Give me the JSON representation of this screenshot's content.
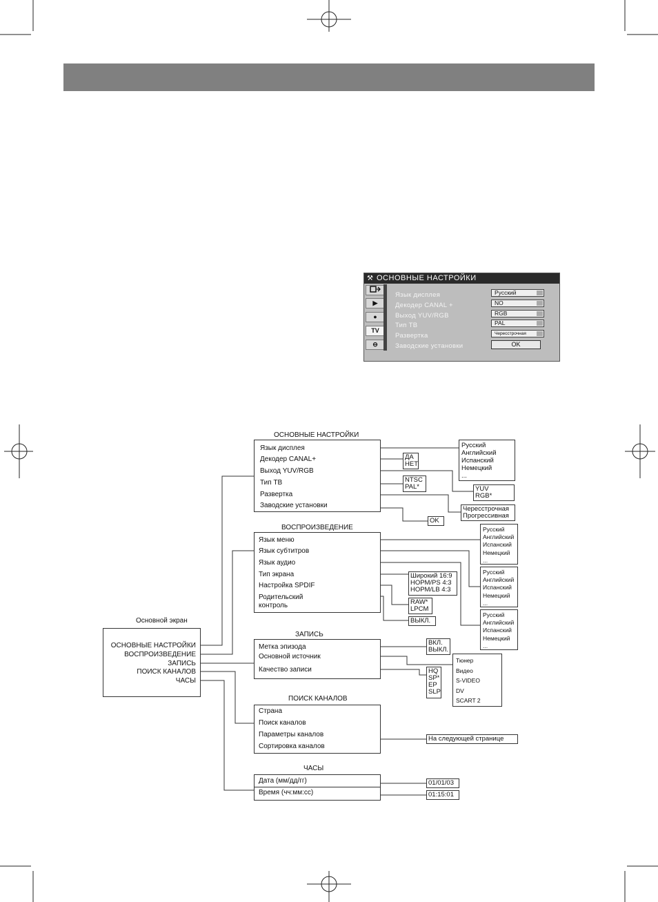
{
  "osd": {
    "title": "ОСНОВНЫЕ НАСТРОЙКИ",
    "side_tabs": [
      "",
      "▶",
      "●",
      "TV",
      "⊖"
    ],
    "rows": [
      {
        "label": "Язык дисплея",
        "value": "Русский"
      },
      {
        "label": "Декодер CANAL +",
        "value": "NO"
      },
      {
        "label": "Выход YUV/RGB",
        "value": "RGB"
      },
      {
        "label": "Тип ТВ",
        "value": "PAL"
      },
      {
        "label": "Развертка",
        "value": "Чересстрочная"
      },
      {
        "label": "Заводские установки",
        "value": "OK"
      }
    ]
  },
  "main_screen": {
    "title": "Основной экран",
    "items": [
      "ОСНОВНЫЕ НАСТРОЙКИ",
      "ВОСПРОИЗВЕДЕНИЕ",
      "ЗАПИСЬ",
      "ПОИСК КАНАЛОВ",
      "ЧАСЫ"
    ]
  },
  "basic": {
    "title": "ОСНОВНЫЕ НАСТРОЙКИ",
    "items": [
      "Язык дисплея",
      "Декодер CANAL+",
      "Выход YUV/RGB",
      "Тип ТВ",
      "Развертка",
      "Заводские установки"
    ]
  },
  "basic_opts": {
    "langs": [
      "Русский",
      "Английский",
      "Испанский",
      "Немецкий",
      "..."
    ],
    "canal": [
      "ДА",
      "НЕТ"
    ],
    "yuv": [
      "YUV",
      "RGB*"
    ],
    "tv": [
      "NTSC",
      "PAL*"
    ],
    "scan": [
      "Чересстрочная",
      "Прогрессивная"
    ],
    "factory": "OK"
  },
  "playback": {
    "title": "ВОСПРОИЗВЕДЕНИЕ",
    "items": [
      "Язык меню",
      "Язык субтитров",
      "Язык аудио",
      "Тип экрана",
      "Настройка SPDIF",
      "Родительский",
      "контроль"
    ]
  },
  "playback_opts": {
    "menu_langs": [
      "Русский",
      "Английский",
      "Испанский",
      "Немецкий",
      "..."
    ],
    "sub_langs": [
      "Русский",
      "Английский",
      "Испанский",
      "Немецкий",
      "..."
    ],
    "audio_langs": [
      "Русский",
      "Английский",
      "Испанский",
      "Немецкий",
      "..."
    ],
    "screen": [
      "Широкий 16:9",
      "НОРМ/PS 4:3",
      "НОРМ/LB 4:3"
    ],
    "spdif": [
      "RAW*",
      "LPCM"
    ],
    "parental": "ВЫКЛ."
  },
  "record": {
    "title": "ЗАПИСЬ",
    "items": [
      "Метка эпизода",
      "Основной источник",
      "Качество записи"
    ]
  },
  "record_opts": {
    "mark": [
      "ВКЛ.",
      "ВЫКЛ."
    ],
    "source": [
      "Тюнер",
      "Видео",
      "S-VIDEO",
      "DV",
      "SCART 2"
    ],
    "quality": [
      "HQ",
      "SP*",
      "EP",
      "SLP"
    ]
  },
  "search": {
    "title": "ПОИСК КАНАЛОВ",
    "items": [
      "Страна",
      "Поиск каналов",
      "Параметры каналов",
      "Сортировка каналов"
    ],
    "next": "На следующей странице"
  },
  "clock": {
    "title": "ЧАСЫ",
    "items": [
      "Дата (мм/дд/гг)",
      "Время (чч:мм:сс)"
    ],
    "date": "01/01/03",
    "time": "01:15:01"
  }
}
